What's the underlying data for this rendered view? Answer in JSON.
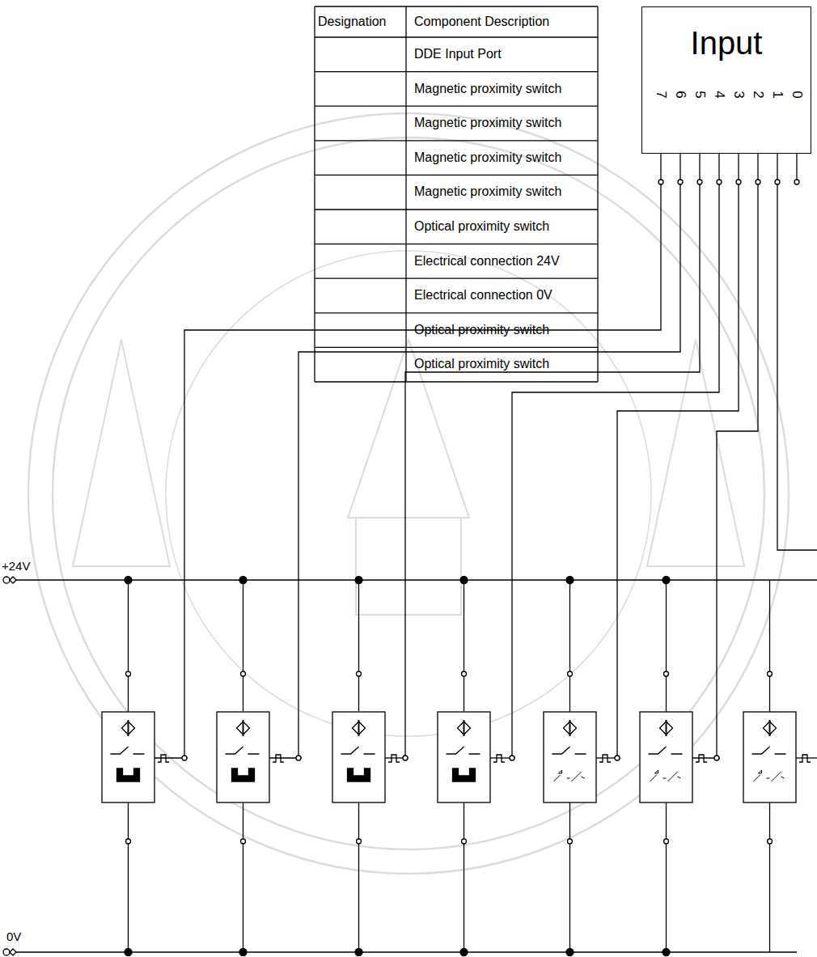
{
  "diagram": {
    "nodes": [
      {
        "text": [
          "Input"
        ]
      }
    ],
    "labels": [
      "Designation",
      "Component Description",
      "DDE Input Port",
      "Magnetic proximity switch",
      "Magnetic proximity switch",
      "Magnetic proximity switch",
      "Magnetic proximity switch",
      "Optical proximity switch",
      "Electrical connection 24V",
      "Electrical connection 0V",
      "Optical proximity switch",
      "Optical proximity switch",
      "+24V",
      "0V",
      "7",
      "6",
      "5",
      "4",
      "3",
      "2",
      "1",
      "0"
    ]
  }
}
